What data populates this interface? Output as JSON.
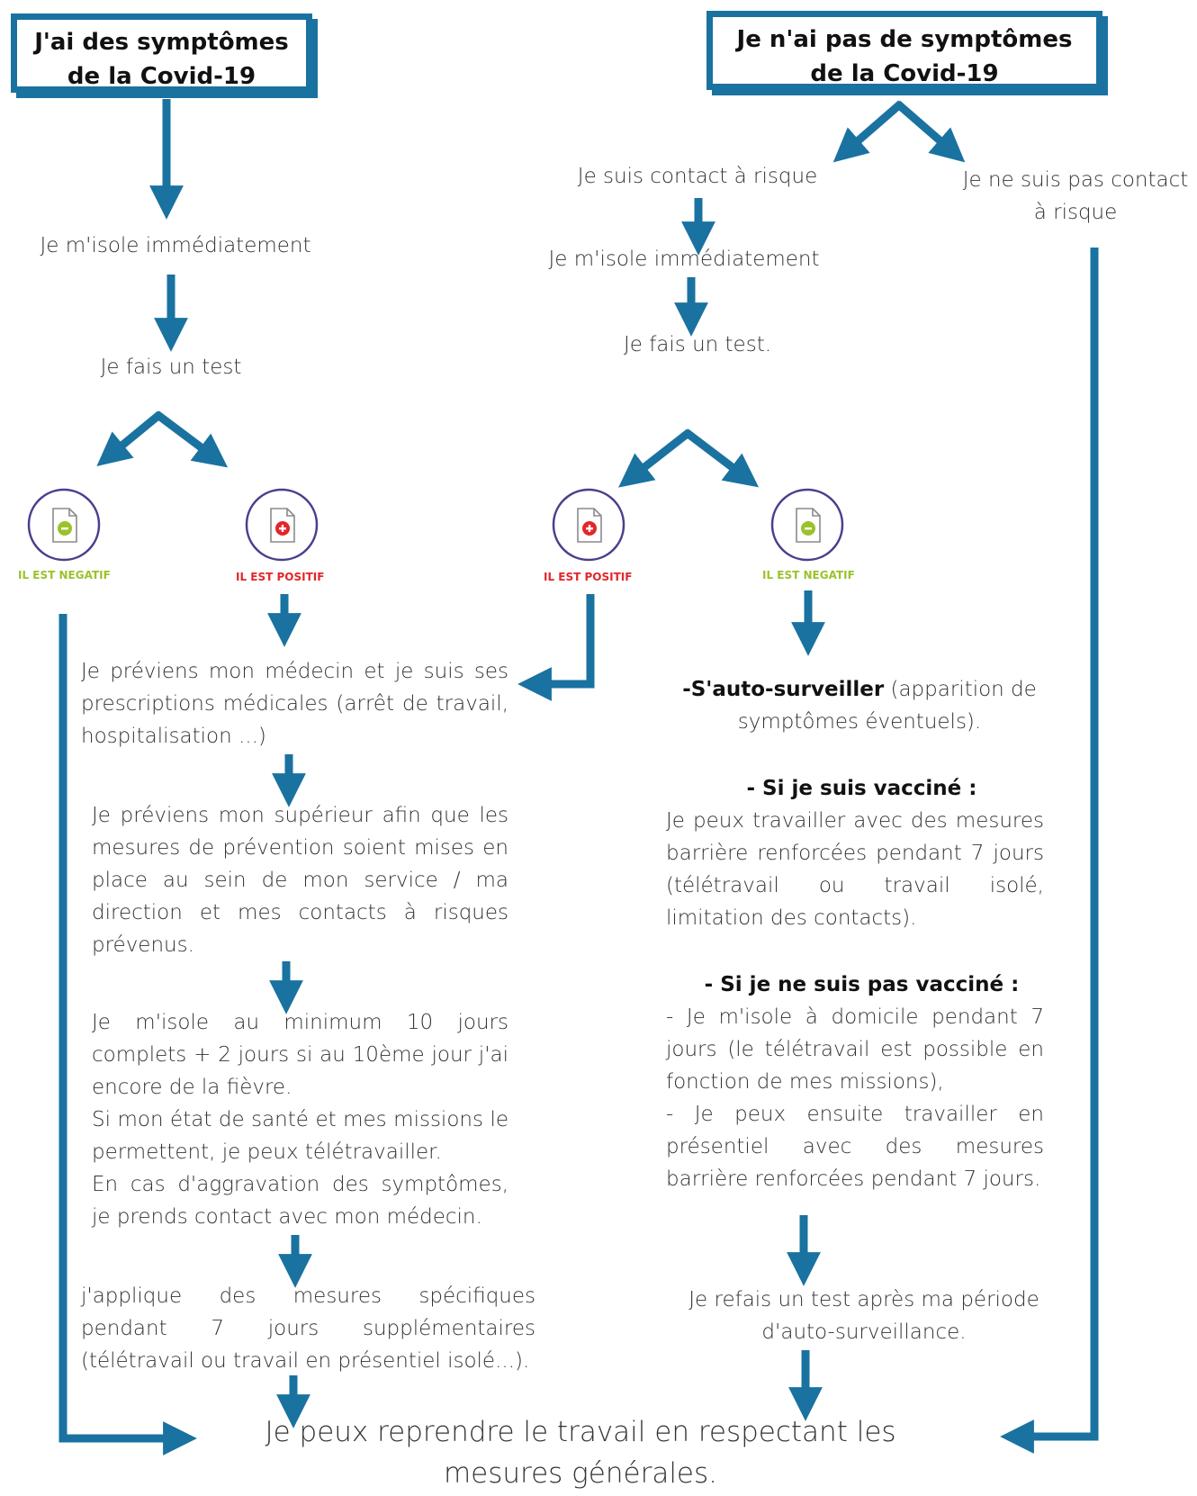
{
  "left_box": {
    "line1": "J'ai des symptômes",
    "line2": "de la Covid-19"
  },
  "right_box": {
    "line1": "Je n'ai pas de symptômes",
    "line2": "de la Covid-19"
  },
  "left": {
    "isolate": "Je m'isole immédiatement",
    "test": "Je fais un test",
    "negative_label": "IL EST NEGATIF",
    "positive_label": "IL EST POSITIF",
    "step_doctor": "Je préviens mon médecin et je suis ses prescriptions médicales (arrêt de travail, hospitalisation ...)",
    "step_superior": "Je préviens mon supérieur afin que les mesures de prévention soient mises en place au sein de mon service / ma direction et mes contacts à risques prévenus.",
    "step_isolate_l1": "Je m'isole au minimum 10 jours complets + 2 jours si au 10ème jour j'ai encore de la fièvre.",
    "step_isolate_l2": "Si mon état de santé et mes missions le permettent, je peux télétravailler.",
    "step_isolate_l3": "En cas d'aggravation des symptômes, je prends contact avec mon médecin.",
    "step_apply": "j'applique des mesures spécifiques pendant 7 jours supplémentaires (télétravail ou travail en présentiel isolé...)."
  },
  "right": {
    "contact": "Je suis contact à risque",
    "not_contact": "Je ne suis pas contact à risque",
    "isolate": "Je m'isole immédiatement",
    "test": "Je fais un test.",
    "positive_label": "IL EST POSITIF",
    "negative_label": "IL EST NEGATIF",
    "self_monitor_bold": "-S'auto-surveiller",
    "self_monitor_rest": "(apparition de symptômes éventuels).",
    "vaccinated_title": "- Si je suis vacciné :",
    "vaccinated_text": "Je peux travailler avec des mesures barrière renforcées pendant 7 jours (télétravail ou travail isolé, limitation des contacts).",
    "not_vaccinated_title": "- Si je ne suis pas vacciné :",
    "not_vaccinated_l1": "- Je m'isole à domicile pendant 7 jours (le télétravail est possible en fonction de mes missions),",
    "not_vaccinated_l2": "- Je peux ensuite travailler en présentiel avec des mesures barrière renforcées pendant 7 jours.",
    "retest": "Je refais un test après ma période d'auto-surveillance."
  },
  "final": "Je peux reprendre le travail en respectant les mesures générales.",
  "colors": {
    "arrow": "#1a72a0",
    "negative": "#9bc22b",
    "positive": "#e3262a",
    "badge_ring": "#4a3f8c"
  }
}
